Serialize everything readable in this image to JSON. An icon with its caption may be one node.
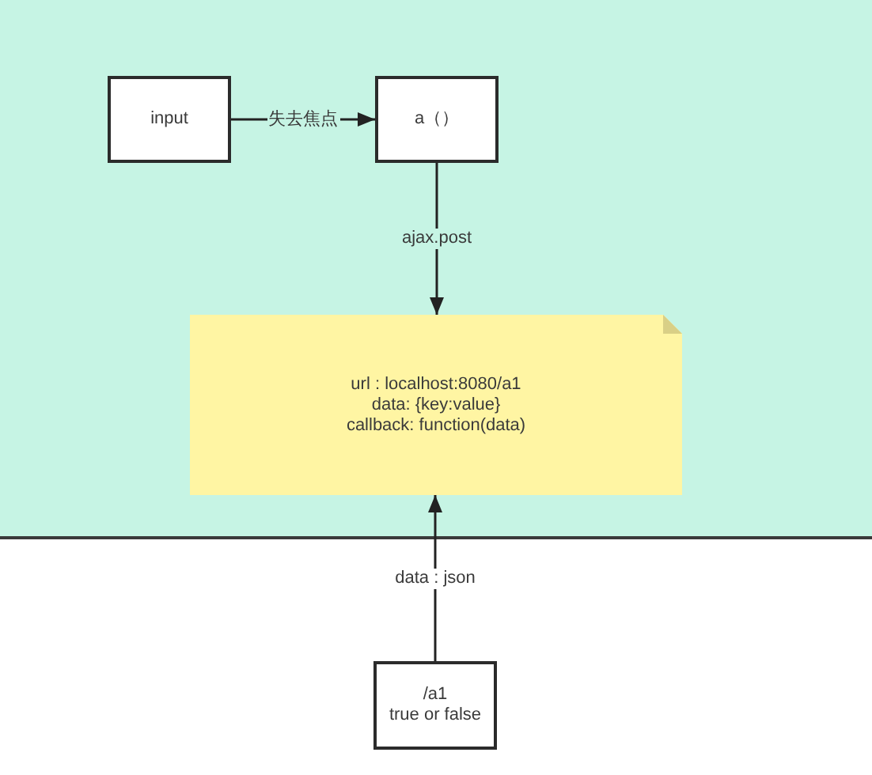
{
  "diagram": {
    "nodes": [
      {
        "text": [
          "input"
        ]
      },
      {
        "text": [
          "a（）"
        ]
      },
      {
        "text": [
          "url : localhost:8080/a1",
          "data: {key:value}",
          "callback: function(data)"
        ]
      },
      {
        "text": [
          "/a1",
          "true or false"
        ]
      }
    ],
    "edges": [
      {
        "from": 0,
        "to": 1,
        "arrow": "to",
        "label": "失去焦点"
      },
      {
        "from": 1,
        "to": 2,
        "arrow": "to",
        "label": "ajax.post"
      },
      {
        "from": 3,
        "to": 2,
        "arrow": "to",
        "label": "data : json"
      }
    ]
  }
}
